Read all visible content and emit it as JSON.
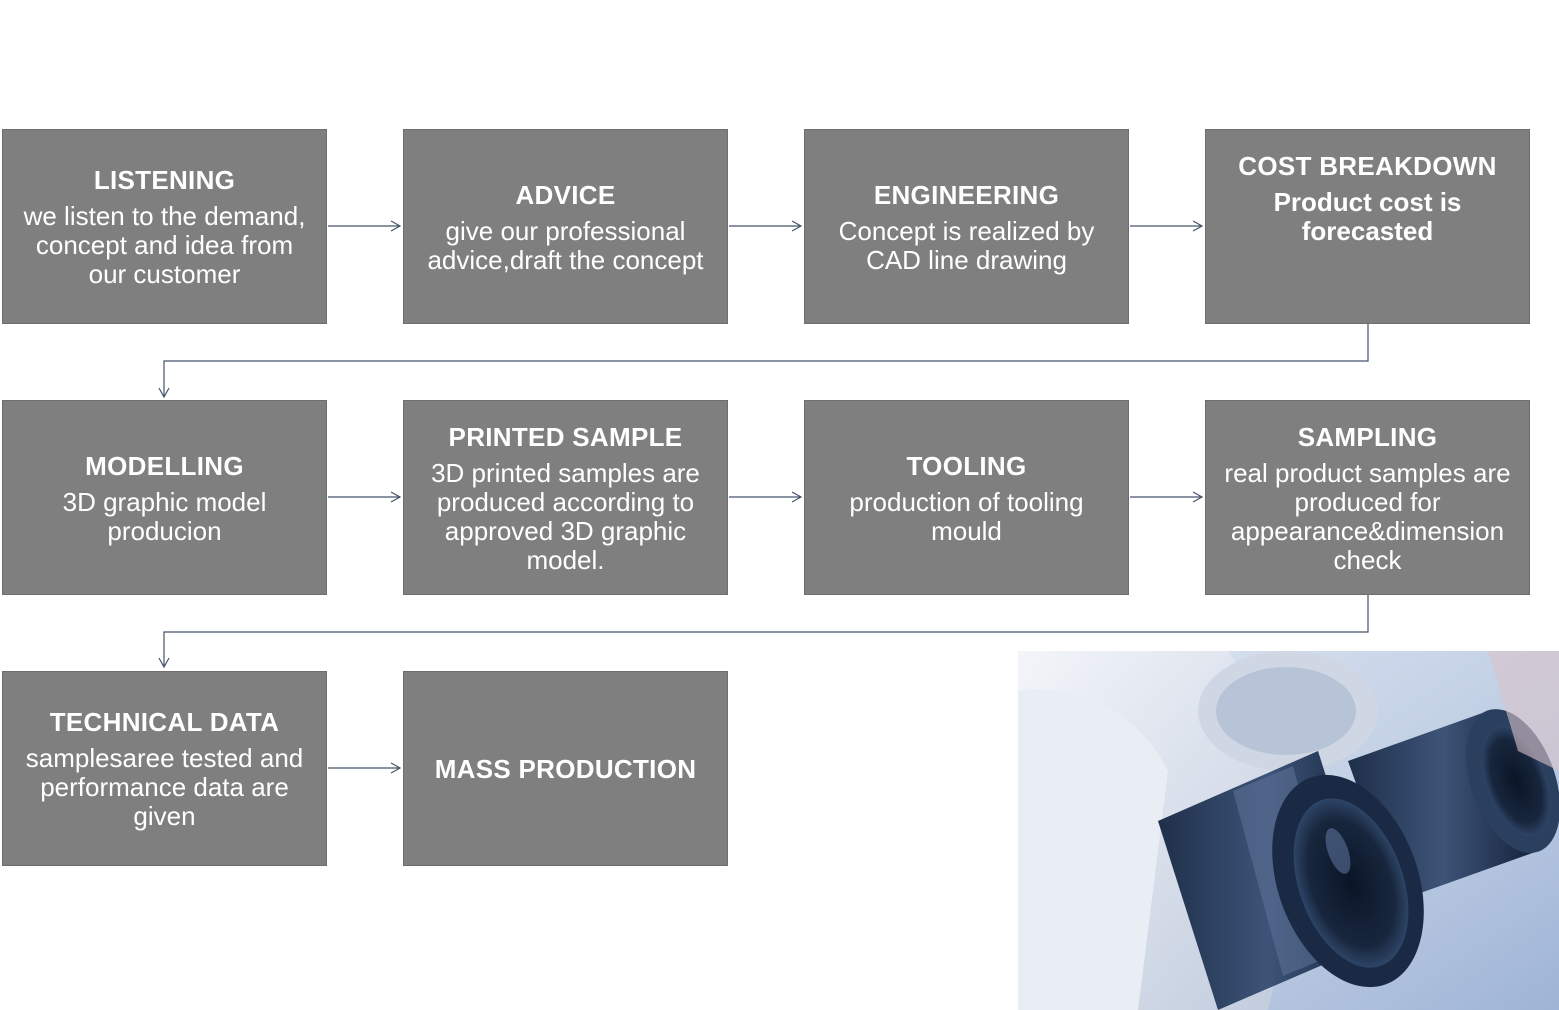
{
  "steps": [
    {
      "title": "LISTENING",
      "desc": "we listen to the demand, concept and idea from our customer"
    },
    {
      "title": "ADVICE",
      "desc": "give our professional advice,draft  the concept"
    },
    {
      "title": "ENGINEERING",
      "desc": "Concept is realized by CAD line drawing"
    },
    {
      "title": "COST BREAKDOWN",
      "desc": "Product cost is forecasted"
    },
    {
      "title": "MODELLING",
      "desc": "3D graphic model producion"
    },
    {
      "title": "PRINTED SAMPLE",
      "desc": "3D printed samples are produced according to approved 3D graphic model."
    },
    {
      "title": "TOOLING",
      "desc": "production of tooling mould"
    },
    {
      "title": "SAMPLING",
      "desc": "real product samples are produced for appearance&dimension check"
    },
    {
      "title": "TECHNICAL DATA",
      "desc": "samplesaree tested and performance data are given"
    },
    {
      "title": "MASS PRODUCTION"
    }
  ],
  "colors": {
    "box_fill": "#7f7f7f",
    "box_text": "#ffffff",
    "connector": "#44546a"
  },
  "photo": {
    "subject": "microscope-eyepieces-photo"
  }
}
